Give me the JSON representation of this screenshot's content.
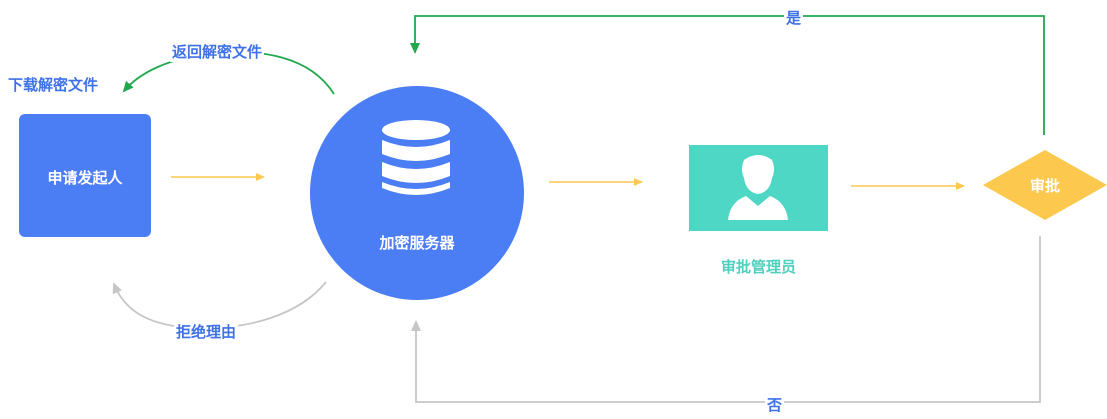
{
  "nodes": {
    "applicant": "申请发起人",
    "server": "加密服务器",
    "admin": "审批管理员",
    "decision": "审批"
  },
  "edge_labels": {
    "download": "下载解密文件",
    "return_file": "返回解密文件",
    "reject_reason": "拒绝理由",
    "yes": "是",
    "no": "否"
  },
  "colors": {
    "primary_blue": "#4b7ef5",
    "teal": "#4fd7c5",
    "decision_yellow": "#fcc94e",
    "flow_arrow": "#fcc94e",
    "yes_green": "#21a84f",
    "no_gray": "#c6c6c6",
    "label_blue": "#3f72e8",
    "admin_label": "#4fd0bd"
  },
  "icons": {
    "server": "database-icon",
    "admin": "user-avatar-icon"
  }
}
